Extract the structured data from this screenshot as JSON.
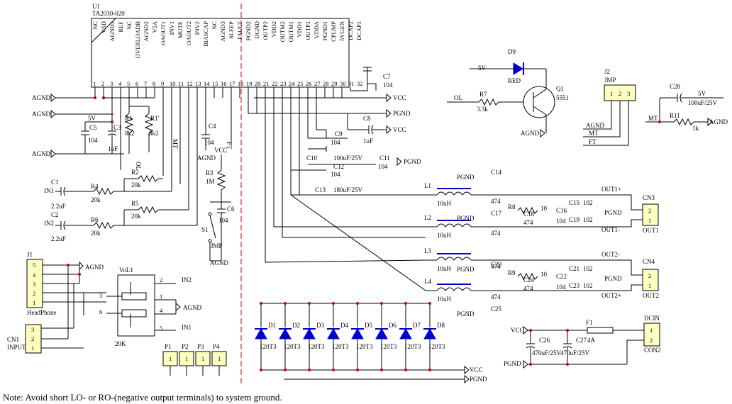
{
  "ic": {
    "ref": "U1",
    "part": "TA2030-020",
    "pins": [
      "NC",
      "VSD",
      "AGND1",
      "REF",
      "NC",
      "OVERLOADB",
      "AGND2",
      "V5A",
      "OAOUT1",
      "INV1",
      "MUTE",
      "OAOUT2",
      "INV2",
      "BIASCAP",
      "NC",
      "AGND3",
      "SLEEP",
      "FAULT",
      "PGND2",
      "DGND",
      "OUTP2",
      "VDD2",
      "OUTM2",
      "OUTM1",
      "VDD1",
      "OUTP1",
      "VDDA",
      "PGND1",
      "CPUMP",
      "5VGEN",
      "DCAP2",
      "DCAP1"
    ],
    "pin_numbers": [
      "1",
      "2",
      "3",
      "4",
      "5",
      "6",
      "7",
      "8",
      "9",
      "10",
      "11",
      "12",
      "13",
      "14",
      "15",
      "16",
      "17",
      "18",
      "19",
      "20",
      "21",
      "22",
      "23",
      "24",
      "25",
      "26",
      "27",
      "28",
      "29",
      "30",
      "31",
      "32"
    ]
  },
  "nets": {
    "agnd": "AGND",
    "pgnd": "PGND",
    "dgnd": "DGND",
    "vcc": "VCC",
    "v5": "5V",
    "mt": "MT",
    "ft": "FT",
    "ol": "OL",
    "in1": "IN1",
    "in2": "IN2",
    "out1p": "OUT1+",
    "out1m": "OUT1-",
    "out2p": "OUT2+",
    "out2m": "OUT2-",
    "red": "RED",
    "jmp": "JMP"
  },
  "components": {
    "C5": "C5",
    "C5v": "104",
    "C3": "C3",
    "C3v": "1uF",
    "R1": "R1",
    "R1v": "8k2",
    "R1p": "R1'",
    "R1pv": "8k2",
    "C4": "C4",
    "C4v": "104",
    "R2": "R2",
    "R2v": "20k",
    "R3": "R3",
    "R3v": "1M",
    "C6": "C6",
    "C6v": "104",
    "S1": "S1",
    "C1": "C1",
    "C1v": "2.2uF",
    "R4": "R4",
    "R4v": "20k",
    "C2": "C2",
    "C2v": "2.2uF",
    "R5": "R5",
    "R5v": "20k",
    "R6": "R6",
    "R6v": "20k",
    "C7": "C7",
    "C7v": "104",
    "C8": "C8",
    "C8v": "1uF",
    "C9": "C9",
    "C9v": "104",
    "C10": "C10",
    "C10v": "100uF/25V",
    "C11": "C11",
    "C11v": "104",
    "C12": "C12",
    "C12v": "104",
    "C13": "C13",
    "C13v": "180uF/25V",
    "D9": "D9",
    "Q1": "Q1",
    "Q1v": "5551",
    "R7": "R7",
    "R7v": "3.3k",
    "J2": "J2",
    "J2v": "JMP",
    "C28": "C28",
    "C28v": "100uF/25V",
    "R11": "R11",
    "R11v": "1k",
    "L1": "L1",
    "L2": "L2",
    "L3": "L3",
    "L4": "L4",
    "Lv": "10uH",
    "C14": "C14",
    "C17": "C17",
    "C20": "C20",
    "C25": "C25",
    "C474": "474",
    "C18": "C18",
    "C24": "C24",
    "R8": "R8",
    "R9": "R9",
    "R10v": "10",
    "C15": "C15",
    "C16": "C16",
    "C19": "C19",
    "C21": "C21",
    "C22": "C22",
    "C23": "C23",
    "v102": "102",
    "v104": "104",
    "CN3": "CN3",
    "CN4": "CN4",
    "OUT1": "OUT1",
    "OUT2": "OUT2",
    "J1": "J1",
    "J1name": "HeadPhone",
    "CN1": "CN1",
    "CN1name": "INPUT",
    "VOL": "VoL1",
    "VOLv": "20K",
    "D1": "D1",
    "D2": "D2",
    "D3": "D3",
    "D4": "D4",
    "D5": "D5",
    "D6": "D6",
    "D7": "D7",
    "D8": "D8",
    "Dv": "120T3",
    "P1": "P1",
    "P2": "P2",
    "P3": "P3",
    "P4": "P4",
    "DCIN": "DCIN",
    "CON2": "CON2",
    "F1": "F1",
    "F1v": "4A",
    "C26": "C26",
    "C26v": "470uF/25V",
    "C27": "C27",
    "C27v": "470uF/25V"
  },
  "pin_nums": {
    "one": "1",
    "two": "2",
    "three": "3",
    "four": "4",
    "five": "5",
    "six": "6"
  },
  "note": "Note: Avoid short LO- or RO-(negative output terminals) to system ground."
}
